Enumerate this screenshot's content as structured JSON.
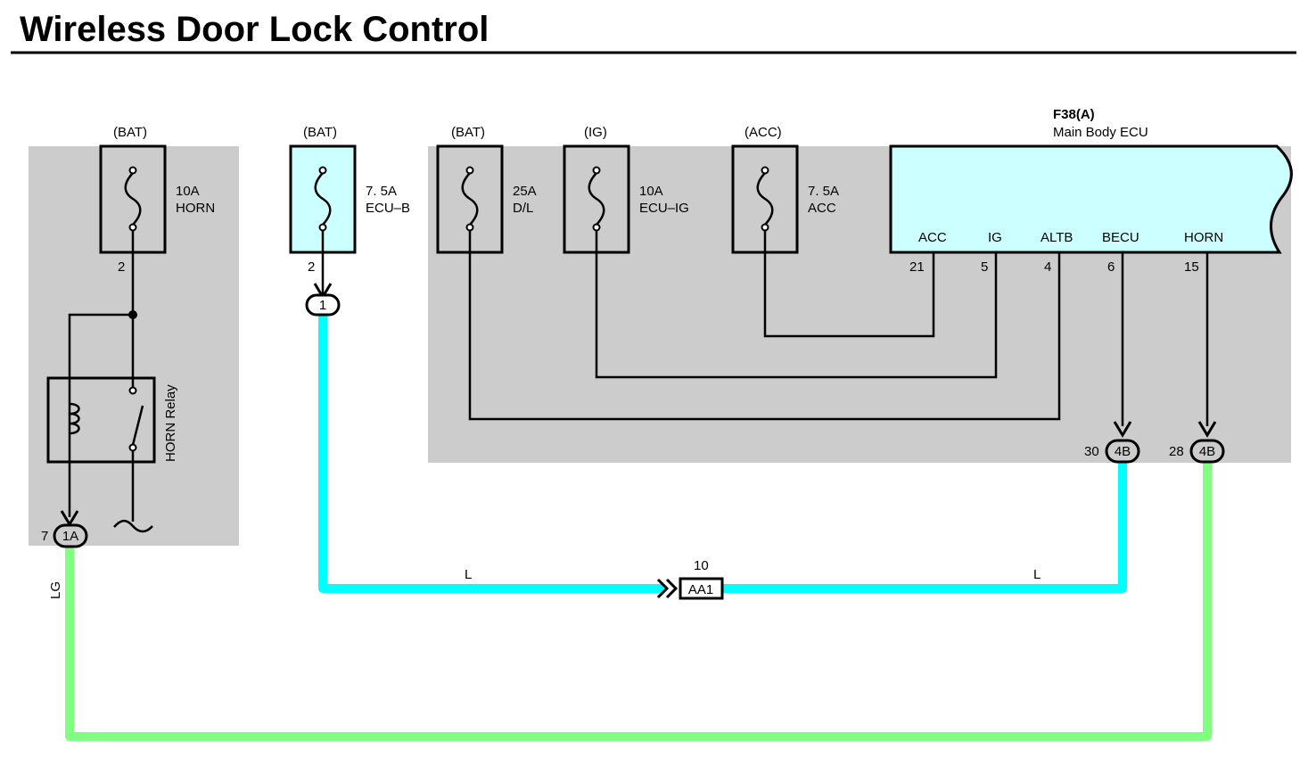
{
  "title": "Wireless Door Lock Control",
  "colors": {
    "gray_area": "#cccccc",
    "ecu_fill": "#ccffff",
    "wire_blue": "#00ffff",
    "wire_green": "#80ff80",
    "black": "#000000"
  },
  "horn_fuse": {
    "source": "(BAT)",
    "rating": "10A",
    "name": "HORN",
    "pin": "2"
  },
  "ecub_fuse": {
    "source": "(BAT)",
    "rating": "7. 5A",
    "name": "ECU–B",
    "pin": "2",
    "connector": "1"
  },
  "dl_fuse": {
    "source": "(BAT)",
    "rating": "25A",
    "name": "D/L"
  },
  "ecuig_fuse": {
    "source": "(IG)",
    "rating": "10A",
    "name": "ECU–IG"
  },
  "acc_fuse": {
    "source": "(ACC)",
    "rating": "7. 5A",
    "name": "ACC"
  },
  "horn_relay": {
    "label": "HORN Relay"
  },
  "ecu": {
    "code": "F38(A)",
    "name": "Main Body ECU",
    "terminals": [
      {
        "label": "ACC",
        "pin": "21"
      },
      {
        "label": "IG",
        "pin": "5"
      },
      {
        "label": "ALTB",
        "pin": "4"
      },
      {
        "label": "BECU",
        "pin": "6"
      },
      {
        "label": "HORN",
        "pin": "15"
      }
    ]
  },
  "connectors": {
    "c1a": {
      "id": "1A",
      "pin": "7"
    },
    "c4b_becu": {
      "id": "4B",
      "pin": "30"
    },
    "c4b_horn": {
      "id": "4B",
      "pin": "28"
    },
    "aa1": {
      "id": "AA1",
      "pin": "10"
    }
  },
  "wire_labels": {
    "left_blue": "L",
    "right_blue": "L",
    "green": "LG"
  }
}
